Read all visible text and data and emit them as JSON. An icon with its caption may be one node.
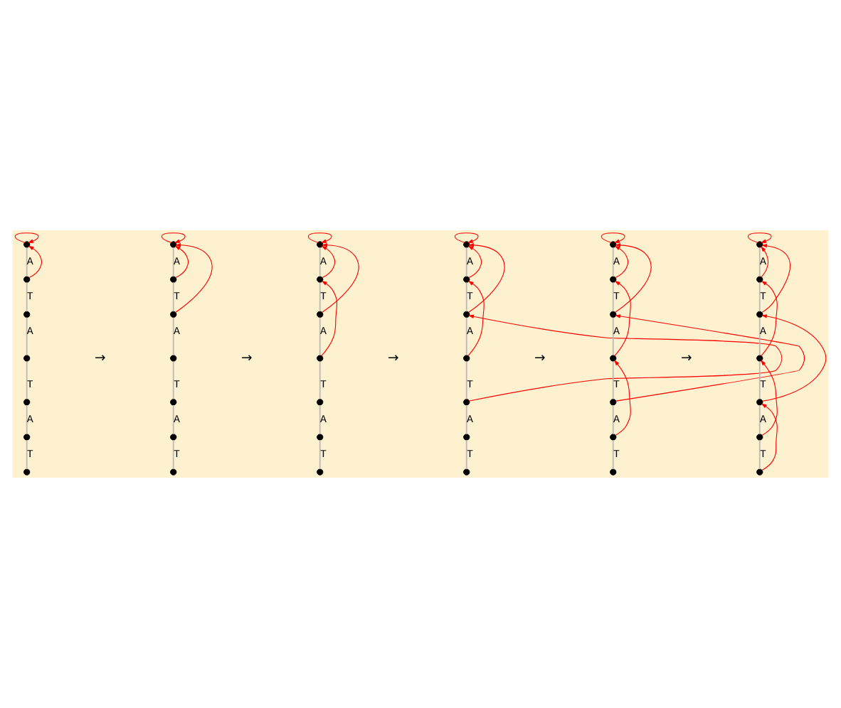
{
  "diagram": {
    "nodes": [
      {
        "text": [],
        "shape": "circle"
      },
      {
        "text": [],
        "shape": "circle"
      },
      {
        "text": [],
        "shape": "circle"
      },
      {
        "text": [],
        "shape": "circle"
      },
      {
        "text": [],
        "shape": "circle"
      },
      {
        "text": [],
        "shape": "circle"
      },
      {
        "text": [],
        "shape": "circle"
      },
      {
        "text": [],
        "shape": "circle"
      },
      {
        "text": [],
        "shape": "circle"
      },
      {
        "text": [],
        "shape": "circle"
      },
      {
        "text": [],
        "shape": "circle"
      },
      {
        "text": [],
        "shape": "circle"
      },
      {
        "text": [],
        "shape": "circle"
      },
      {
        "text": [],
        "shape": "circle"
      },
      {
        "text": [],
        "shape": "circle"
      },
      {
        "text": [],
        "shape": "circle"
      },
      {
        "text": [],
        "shape": "circle"
      },
      {
        "text": [],
        "shape": "circle"
      },
      {
        "text": [],
        "shape": "circle"
      },
      {
        "text": [],
        "shape": "circle"
      },
      {
        "text": [],
        "shape": "circle"
      },
      {
        "text": [],
        "shape": "circle"
      },
      {
        "text": [],
        "shape": "circle"
      },
      {
        "text": [],
        "shape": "circle"
      },
      {
        "text": [],
        "shape": "circle"
      },
      {
        "text": [],
        "shape": "circle"
      },
      {
        "text": [],
        "shape": "circle"
      },
      {
        "text": [],
        "shape": "circle"
      },
      {
        "text": [],
        "shape": "circle"
      },
      {
        "text": [],
        "shape": "circle"
      },
      {
        "text": [],
        "shape": "circle"
      },
      {
        "text": [],
        "shape": "circle"
      },
      {
        "text": [],
        "shape": "circle"
      },
      {
        "text": [],
        "shape": "circle"
      },
      {
        "text": [],
        "shape": "circle"
      },
      {
        "text": [],
        "shape": "circle"
      },
      {
        "text": [],
        "shape": "circle"
      },
      {
        "text": [],
        "shape": "circle"
      },
      {
        "text": [],
        "shape": "circle"
      },
      {
        "text": [],
        "shape": "circle"
      },
      {
        "text": [],
        "shape": "circle"
      },
      {
        "text": [],
        "shape": "circle"
      }
    ],
    "edges": [
      {
        "from": 0,
        "to": 1,
        "arrow": "none",
        "label": "A"
      },
      {
        "from": 1,
        "to": 2,
        "arrow": "none",
        "label": "T"
      },
      {
        "from": 2,
        "to": 3,
        "arrow": "none",
        "label": "A"
      },
      {
        "from": 3,
        "to": 4,
        "arrow": "none",
        "label": "T"
      },
      {
        "from": 4,
        "to": 5,
        "arrow": "none",
        "label": "A"
      },
      {
        "from": 5,
        "to": 6,
        "arrow": "none",
        "label": "T"
      },
      {
        "from": 0,
        "to": 0,
        "arrow": "to",
        "color": "#ff0000"
      },
      {
        "from": 1,
        "to": 0,
        "arrow": "to",
        "color": "#ff0000"
      },
      {
        "from": 7,
        "to": 8,
        "arrow": "none",
        "label": "A"
      },
      {
        "from": 8,
        "to": 9,
        "arrow": "none",
        "label": "T"
      },
      {
        "from": 9,
        "to": 10,
        "arrow": "none",
        "label": "A"
      },
      {
        "from": 10,
        "to": 11,
        "arrow": "none",
        "label": "T"
      },
      {
        "from": 11,
        "to": 12,
        "arrow": "none",
        "label": "A"
      },
      {
        "from": 12,
        "to": 13,
        "arrow": "none",
        "label": "T"
      },
      {
        "from": 7,
        "to": 7,
        "arrow": "to",
        "color": "#ff0000"
      },
      {
        "from": 8,
        "to": 7,
        "arrow": "to",
        "color": "#ff0000"
      },
      {
        "from": 9,
        "to": 7,
        "arrow": "to",
        "color": "#ff0000"
      },
      {
        "from": 14,
        "to": 15,
        "arrow": "none",
        "label": "A"
      },
      {
        "from": 15,
        "to": 16,
        "arrow": "none",
        "label": "T"
      },
      {
        "from": 16,
        "to": 17,
        "arrow": "none",
        "label": "A"
      },
      {
        "from": 17,
        "to": 18,
        "arrow": "none",
        "label": "T"
      },
      {
        "from": 18,
        "to": 19,
        "arrow": "none",
        "label": "A"
      },
      {
        "from": 19,
        "to": 20,
        "arrow": "none",
        "label": "T"
      },
      {
        "from": 14,
        "to": 14,
        "arrow": "to",
        "color": "#ff0000"
      },
      {
        "from": 15,
        "to": 14,
        "arrow": "to",
        "color": "#ff0000"
      },
      {
        "from": 16,
        "to": 14,
        "arrow": "to",
        "color": "#ff0000"
      },
      {
        "from": 17,
        "to": 15,
        "arrow": "to",
        "color": "#ff0000"
      },
      {
        "from": 21,
        "to": 22,
        "arrow": "none",
        "label": "A"
      },
      {
        "from": 22,
        "to": 23,
        "arrow": "none",
        "label": "T"
      },
      {
        "from": 23,
        "to": 24,
        "arrow": "none",
        "label": "A"
      },
      {
        "from": 24,
        "to": 25,
        "arrow": "none",
        "label": "T"
      },
      {
        "from": 25,
        "to": 26,
        "arrow": "none",
        "label": "A"
      },
      {
        "from": 26,
        "to": 27,
        "arrow": "none",
        "label": "T"
      },
      {
        "from": 21,
        "to": 21,
        "arrow": "to",
        "color": "#ff0000"
      },
      {
        "from": 22,
        "to": 21,
        "arrow": "to",
        "color": "#ff0000"
      },
      {
        "from": 23,
        "to": 21,
        "arrow": "to",
        "color": "#ff0000"
      },
      {
        "from": 24,
        "to": 22,
        "arrow": "to",
        "color": "#ff0000"
      },
      {
        "from": 25,
        "to": 23,
        "arrow": "to",
        "color": "#ff0000"
      },
      {
        "from": 28,
        "to": 29,
        "arrow": "none",
        "label": "A"
      },
      {
        "from": 29,
        "to": 30,
        "arrow": "none",
        "label": "T"
      },
      {
        "from": 30,
        "to": 31,
        "arrow": "none",
        "label": "A"
      },
      {
        "from": 31,
        "to": 32,
        "arrow": "none",
        "label": "T"
      },
      {
        "from": 32,
        "to": 33,
        "arrow": "none",
        "label": "A"
      },
      {
        "from": 33,
        "to": 34,
        "arrow": "none",
        "label": "T"
      },
      {
        "from": 28,
        "to": 28,
        "arrow": "to",
        "color": "#ff0000"
      },
      {
        "from": 29,
        "to": 28,
        "arrow": "to",
        "color": "#ff0000"
      },
      {
        "from": 30,
        "to": 28,
        "arrow": "to",
        "color": "#ff0000"
      },
      {
        "from": 31,
        "to": 29,
        "arrow": "to",
        "color": "#ff0000"
      },
      {
        "from": 32,
        "to": 30,
        "arrow": "to",
        "color": "#ff0000"
      },
      {
        "from": 33,
        "to": 31,
        "arrow": "to",
        "color": "#ff0000"
      },
      {
        "from": 35,
        "to": 36,
        "arrow": "none",
        "label": "A"
      },
      {
        "from": 36,
        "to": 37,
        "arrow": "none",
        "label": "T"
      },
      {
        "from": 37,
        "to": 38,
        "arrow": "none",
        "label": "A"
      },
      {
        "from": 38,
        "to": 39,
        "arrow": "none",
        "label": "T"
      },
      {
        "from": 39,
        "to": 40,
        "arrow": "none",
        "label": "A"
      },
      {
        "from": 40,
        "to": 41,
        "arrow": "none",
        "label": "T"
      },
      {
        "from": 35,
        "to": 35,
        "arrow": "to",
        "color": "#ff0000"
      },
      {
        "from": 36,
        "to": 35,
        "arrow": "to",
        "color": "#ff0000"
      },
      {
        "from": 37,
        "to": 35,
        "arrow": "to",
        "color": "#ff0000"
      },
      {
        "from": 38,
        "to": 36,
        "arrow": "to",
        "color": "#ff0000"
      },
      {
        "from": 39,
        "to": 37,
        "arrow": "to",
        "color": "#ff0000"
      },
      {
        "from": 40,
        "to": 38,
        "arrow": "to",
        "color": "#ff0000"
      },
      {
        "from": 41,
        "to": 39,
        "arrow": "to",
        "color": "#ff0000"
      }
    ],
    "labels": [
      "→",
      "→",
      "→",
      "→",
      "→"
    ]
  }
}
